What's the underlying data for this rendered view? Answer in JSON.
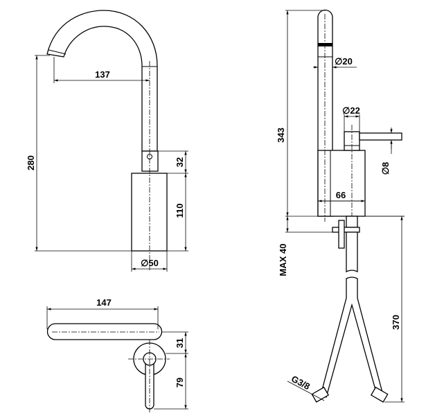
{
  "title": "Faucet technical drawing",
  "dimensions": {
    "side_height": "280",
    "spout_reach": "137",
    "collar_height": "32",
    "body_height": "110",
    "body_diameter": "∅50",
    "lever_length": "147",
    "top_offset": "31",
    "handle_length": "79",
    "total_height": "343",
    "spout_diameter": "∅20",
    "handle_diameter": "∅22",
    "lever_diameter": "∅8",
    "body_depth": "66",
    "max_thickness": "MAX  40",
    "hose_length": "370",
    "thread": "G3/8"
  }
}
